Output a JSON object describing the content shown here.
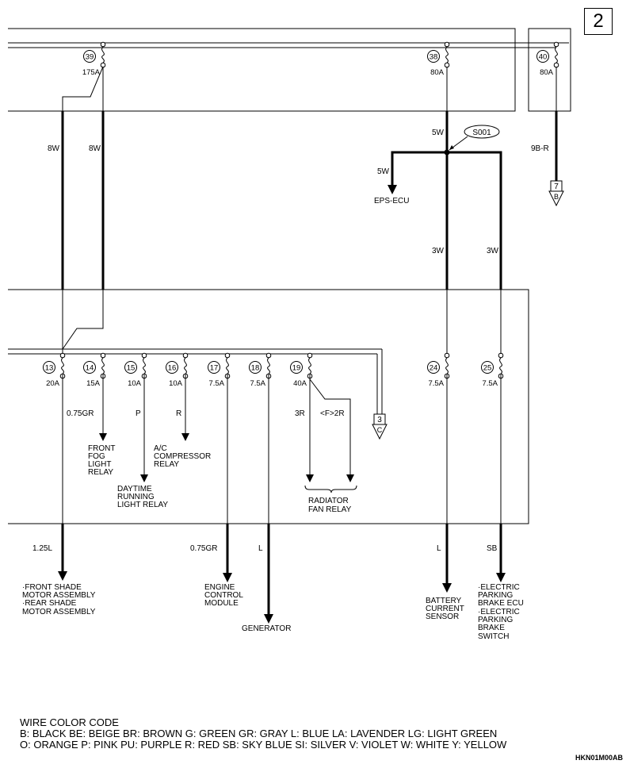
{
  "page_number": "2",
  "fuses": [
    {
      "no": "39",
      "amp": "175A"
    },
    {
      "no": "38",
      "amp": "80A"
    },
    {
      "no": "40",
      "amp": "80A"
    },
    {
      "no": "13",
      "amp": "20A"
    },
    {
      "no": "14",
      "amp": "15A"
    },
    {
      "no": "15",
      "amp": "10A"
    },
    {
      "no": "16",
      "amp": "10A"
    },
    {
      "no": "17",
      "amp": "7.5A"
    },
    {
      "no": "18",
      "amp": "7.5A"
    },
    {
      "no": "19",
      "amp": "40A"
    },
    {
      "no": "24",
      "amp": "7.5A"
    },
    {
      "no": "25",
      "amp": "7.5A"
    }
  ],
  "splice": "S001",
  "connectors": [
    "7",
    "3"
  ],
  "connector_letters": [
    "B",
    "C"
  ],
  "wires": {
    "w1": "8W",
    "w2": "8W",
    "w3": "5W",
    "w4": "5W",
    "w5": "9B-R",
    "w6": "3W",
    "w7": "3W",
    "w8": "0.75GR",
    "w9": "P",
    "w10": "R",
    "w11": "3R",
    "w12": "<F>2R",
    "w13": "1.25L",
    "w14": "0.75GR",
    "w15": "L",
    "w16": "L",
    "w17": "SB"
  },
  "destinations": {
    "eps": "EPS-ECU",
    "front_fog": [
      "FRONT",
      "FOG",
      "LIGHT",
      "RELAY"
    ],
    "ac": [
      "A/C",
      "COMPRESSOR",
      "RELAY"
    ],
    "daytime": [
      "DAYTIME",
      "RUNNING",
      "LIGHT RELAY"
    ],
    "radiator": [
      "RADIATOR",
      "FAN RELAY"
    ],
    "shade": [
      "·FRONT SHADE",
      "MOTOR ASSEMBLY",
      "·REAR SHADE",
      "MOTOR  ASSEMBLY"
    ],
    "engine": [
      "ENGINE",
      "CONTROL",
      "MODULE"
    ],
    "generator": "GENERATOR",
    "battery": [
      "BATTERY",
      "CURRENT",
      "SENSOR"
    ],
    "parking": [
      "·ELECTRIC",
      "PARKING",
      "BRAKE ECU",
      "·ELECTRIC",
      "PARKING",
      "BRAKE",
      "SWITCH"
    ]
  },
  "legend": {
    "title": "WIRE COLOR CODE",
    "line1": "B: BLACK   BE: BEIGE   BR: BROWN   G: GREEN   GR: GRAY   L: BLUE   LA: LAVENDER   LG: LIGHT GREEN",
    "line2": "O: ORANGE   P: PINK   PU: PURPLE   R: RED   SB: SKY BLUE   SI: SILVER   V: VIOLET   W: WHITE   Y: YELLOW"
  },
  "figure_code": "HKN01M00AB"
}
